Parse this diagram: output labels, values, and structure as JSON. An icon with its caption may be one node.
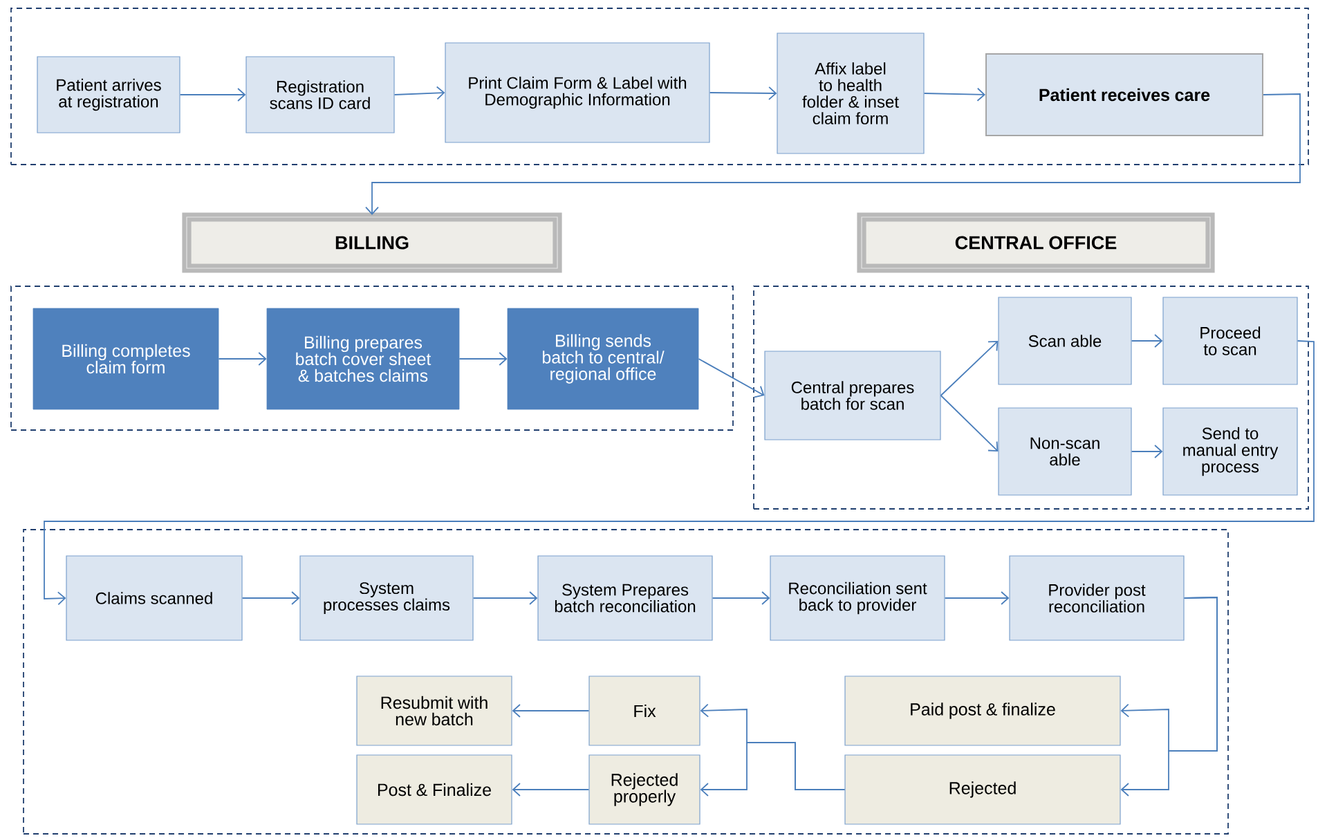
{
  "diagram": {
    "nodes": [
      {
        "text": [],
        "shape": "box"
      },
      {
        "text": [
          "Patient arrives at registration"
        ],
        "in": 0
      },
      {
        "text": [
          "Registration scans ID card"
        ],
        "in": 0
      },
      {
        "text": [
          "Print Claim Form & Label with Demographic Information"
        ],
        "in": 0
      },
      {
        "text": [
          "Affix label to health folder & inset claim form"
        ],
        "in": 0
      },
      {
        "text": [
          "Patient receives care"
        ],
        "in": 0
      },
      {
        "text": [
          "BILLING"
        ]
      },
      {
        "text": [
          "CENTRAL OFFICE"
        ]
      },
      {
        "text": [],
        "shape": "box"
      },
      {
        "text": [
          "Billing completes claim form"
        ],
        "in": 8
      },
      {
        "text": [
          "Billing prepares batch cover sheet & batches claims"
        ],
        "in": 8
      },
      {
        "text": [
          "Billing sends batch to central/ regional office"
        ],
        "in": 8
      },
      {
        "text": [],
        "shape": "box"
      },
      {
        "text": [
          "Central prepares batch for scan"
        ],
        "in": 12
      },
      {
        "text": [
          "Scan able"
        ],
        "in": 12
      },
      {
        "text": [
          "Proceed to scan"
        ],
        "in": 12
      },
      {
        "text": [
          "Non-scan able"
        ],
        "in": 12
      },
      {
        "text": [
          "Send to manual entry process"
        ],
        "in": 12
      },
      {
        "text": [],
        "shape": "box"
      },
      {
        "text": [
          "Claims scanned"
        ],
        "in": 18
      },
      {
        "text": [
          "System processes claims"
        ],
        "in": 18
      },
      {
        "text": [
          "System Prepares batch reconciliation"
        ],
        "in": 18
      },
      {
        "text": [
          "Reconciliation sent back to provider"
        ],
        "in": 18
      },
      {
        "text": [
          "Provider post reconciliation"
        ],
        "in": 18
      },
      {
        "text": [
          "Resubmit with new batch"
        ],
        "in": 18
      },
      {
        "text": [
          "Fix"
        ],
        "in": 18
      },
      {
        "text": [
          "Paid post & finalize"
        ],
        "in": 18
      },
      {
        "text": [
          "Post & Finalize"
        ],
        "in": 18
      },
      {
        "text": [
          "Rejected properly"
        ],
        "in": 18
      },
      {
        "text": [
          "Rejected"
        ],
        "in": 18
      }
    ],
    "edges": [
      {
        "from": 1,
        "to": 2,
        "arrow": "to"
      },
      {
        "from": 2,
        "to": 3,
        "arrow": "to"
      },
      {
        "from": 3,
        "to": 4,
        "arrow": "to"
      },
      {
        "from": 4,
        "to": 5,
        "arrow": "to"
      },
      {
        "from": 5,
        "to": 6,
        "arrow": "to"
      },
      {
        "from": 9,
        "to": 10,
        "arrow": "to"
      },
      {
        "from": 10,
        "to": 11,
        "arrow": "to"
      },
      {
        "from": 11,
        "to": 13,
        "arrow": "to"
      },
      {
        "from": 13,
        "to": 14,
        "arrow": "to"
      },
      {
        "from": 13,
        "to": 16,
        "arrow": "to"
      },
      {
        "from": 14,
        "to": 15,
        "arrow": "to"
      },
      {
        "from": 16,
        "to": 17,
        "arrow": "to"
      },
      {
        "from": 15,
        "to": 19,
        "arrow": "to"
      },
      {
        "from": 19,
        "to": 20,
        "arrow": "to"
      },
      {
        "from": 20,
        "to": 21,
        "arrow": "to"
      },
      {
        "from": 21,
        "to": 22,
        "arrow": "to"
      },
      {
        "from": 22,
        "to": 23,
        "arrow": "to"
      },
      {
        "from": 23,
        "to": 26,
        "arrow": "to"
      },
      {
        "from": 23,
        "to": 29,
        "arrow": "to"
      },
      {
        "from": 29,
        "to": 25,
        "arrow": "to"
      },
      {
        "from": 29,
        "to": 28,
        "arrow": "to"
      },
      {
        "from": 25,
        "to": 24,
        "arrow": "to"
      },
      {
        "from": 28,
        "to": 27,
        "arrow": "to"
      }
    ]
  }
}
